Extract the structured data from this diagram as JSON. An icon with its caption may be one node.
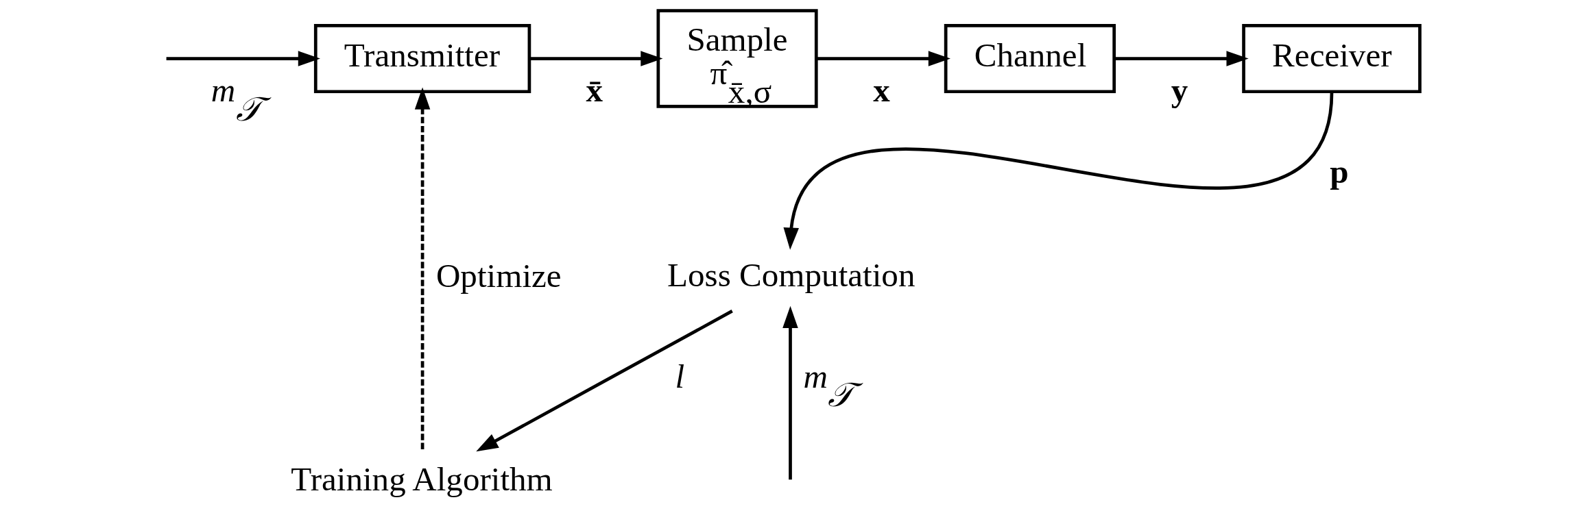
{
  "diagram": {
    "nodes": [
      {
        "text": [
          "Transmitter"
        ]
      },
      {
        "text": [
          "Sample",
          "π̂$_{x̄,σ}$"
        ]
      },
      {
        "text": [
          "Channel"
        ]
      },
      {
        "text": [
          "Receiver"
        ]
      },
      {
        "text": [
          "Training Algorithm"
        ]
      },
      {
        "text": [
          "Loss Computation"
        ]
      }
    ],
    "edges": [
      {
        "from": null,
        "to": 0,
        "arrow": "to",
        "label": "m$_{𝒯}$"
      },
      {
        "from": 0,
        "to": 1,
        "arrow": "to",
        "label": "x̄"
      },
      {
        "from": 1,
        "to": 2,
        "arrow": "to",
        "label": "x"
      },
      {
        "from": 2,
        "to": 3,
        "arrow": "to",
        "label": "y"
      },
      {
        "from": 3,
        "to": 5,
        "arrow": "to",
        "label": "p"
      },
      {
        "from": 5,
        "to": 4,
        "arrow": "to",
        "label": "l"
      },
      {
        "from": 4,
        "to": 0,
        "arrow": "to",
        "label": "Optimize",
        "style": "dashed"
      },
      {
        "from": null,
        "to": 5,
        "arrow": "to",
        "label": "m$_{𝒯}$"
      }
    ]
  }
}
